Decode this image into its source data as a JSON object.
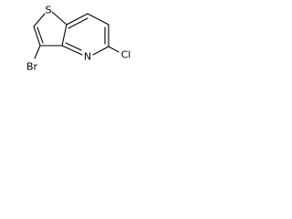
{
  "molecule": {
    "atoms": {
      "S1": "S",
      "Br": "Br",
      "N": "N",
      "Cl": "Cl"
    }
  }
}
